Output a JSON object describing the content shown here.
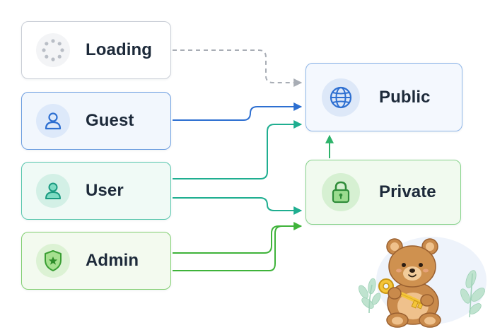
{
  "roles": {
    "loading": {
      "label": "Loading",
      "icon": "spinner-icon"
    },
    "guest": {
      "label": "Guest",
      "icon": "person-outline-icon"
    },
    "user": {
      "label": "User",
      "icon": "person-icon"
    },
    "admin": {
      "label": "Admin",
      "icon": "shield-star-icon"
    }
  },
  "targets": {
    "public": {
      "label": "Public",
      "icon": "globe-icon"
    },
    "private": {
      "label": "Private",
      "icon": "padlock-icon"
    }
  },
  "colors": {
    "loading": "#a8adb5",
    "guest": "#2d6fd1",
    "user": "#1fae90",
    "admin": "#3fb33a",
    "private_to_public": "#2db36a"
  },
  "edges": [
    {
      "from": "Loading",
      "to": "Public",
      "style": "dashed"
    },
    {
      "from": "Guest",
      "to": "Public",
      "style": "solid"
    },
    {
      "from": "User",
      "to": "Public",
      "style": "solid"
    },
    {
      "from": "User",
      "to": "Private",
      "style": "solid"
    },
    {
      "from": "Admin",
      "to": "Private",
      "style": "solid"
    },
    {
      "from": "Admin",
      "to": "Private",
      "style": "solid"
    },
    {
      "from": "Private",
      "to": "Public",
      "style": "solid"
    }
  ],
  "illustration": {
    "subject": "teddy-bear-holding-key",
    "icon": "bear-with-key-icon"
  }
}
